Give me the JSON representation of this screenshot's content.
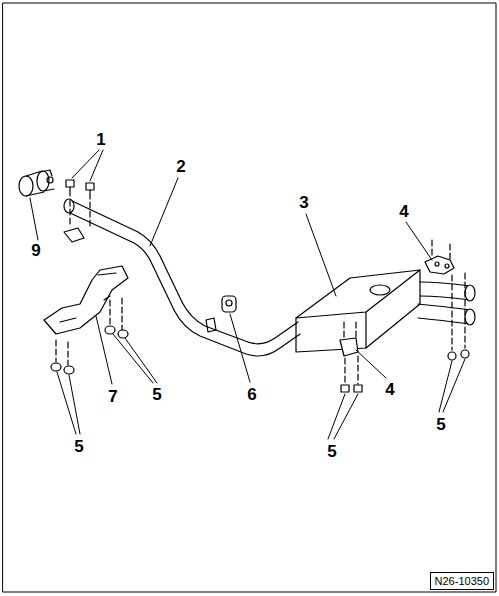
{
  "diagram": {
    "nodes": [
      {
        "text": [
          "N26-10350"
        ]
      }
    ],
    "edges": [],
    "labels": [
      "1",
      "2",
      "3",
      "4",
      "9",
      "7",
      "5",
      "6",
      "4",
      "5",
      "5",
      "5"
    ]
  }
}
